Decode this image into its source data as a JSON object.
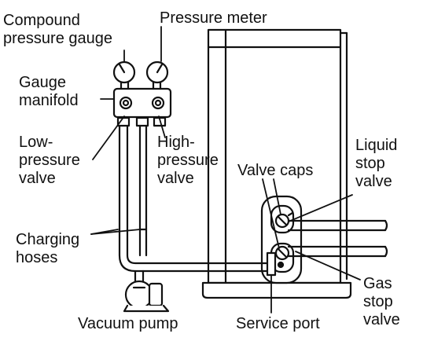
{
  "labels": {
    "compound_gauge": [
      "Compound",
      "pressure gauge"
    ],
    "pressure_meter": "Pressure meter",
    "gauge_manifold": [
      "Gauge",
      "manifold"
    ],
    "low_pressure_valve": [
      "Low-",
      "pressure",
      "valve"
    ],
    "high_pressure_valve": [
      "High-",
      "pressure",
      "valve"
    ],
    "valve_caps": "Valve caps",
    "liquid_stop_valve": [
      "Liquid",
      "stop",
      "valve"
    ],
    "charging_hoses": [
      "Charging",
      "hoses"
    ],
    "gas_stop_valve": [
      "Gas",
      "stop",
      "valve"
    ],
    "vacuum_pump": "Vacuum pump",
    "service_port": "Service port"
  }
}
